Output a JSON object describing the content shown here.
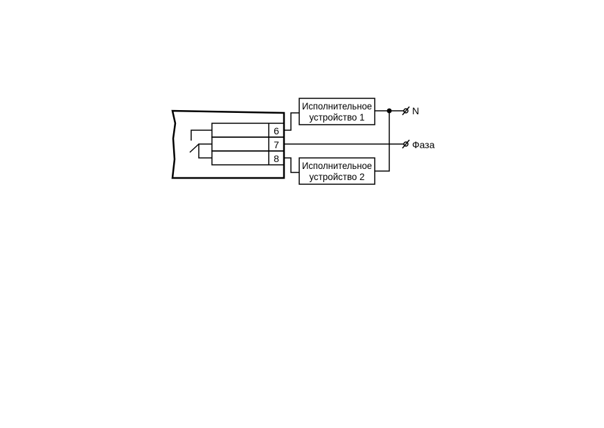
{
  "terminals": {
    "t6": "6",
    "t7": "7",
    "t8": "8"
  },
  "devices": {
    "device1": {
      "line1": "Исполнительное",
      "line2": "устройство 1"
    },
    "device2": {
      "line1": "Исполнительное",
      "line2": "устройство 2"
    }
  },
  "supply": {
    "neutral": "N",
    "phase": "Фаза"
  },
  "colors": {
    "line": "#000000",
    "background": "#ffffff"
  }
}
